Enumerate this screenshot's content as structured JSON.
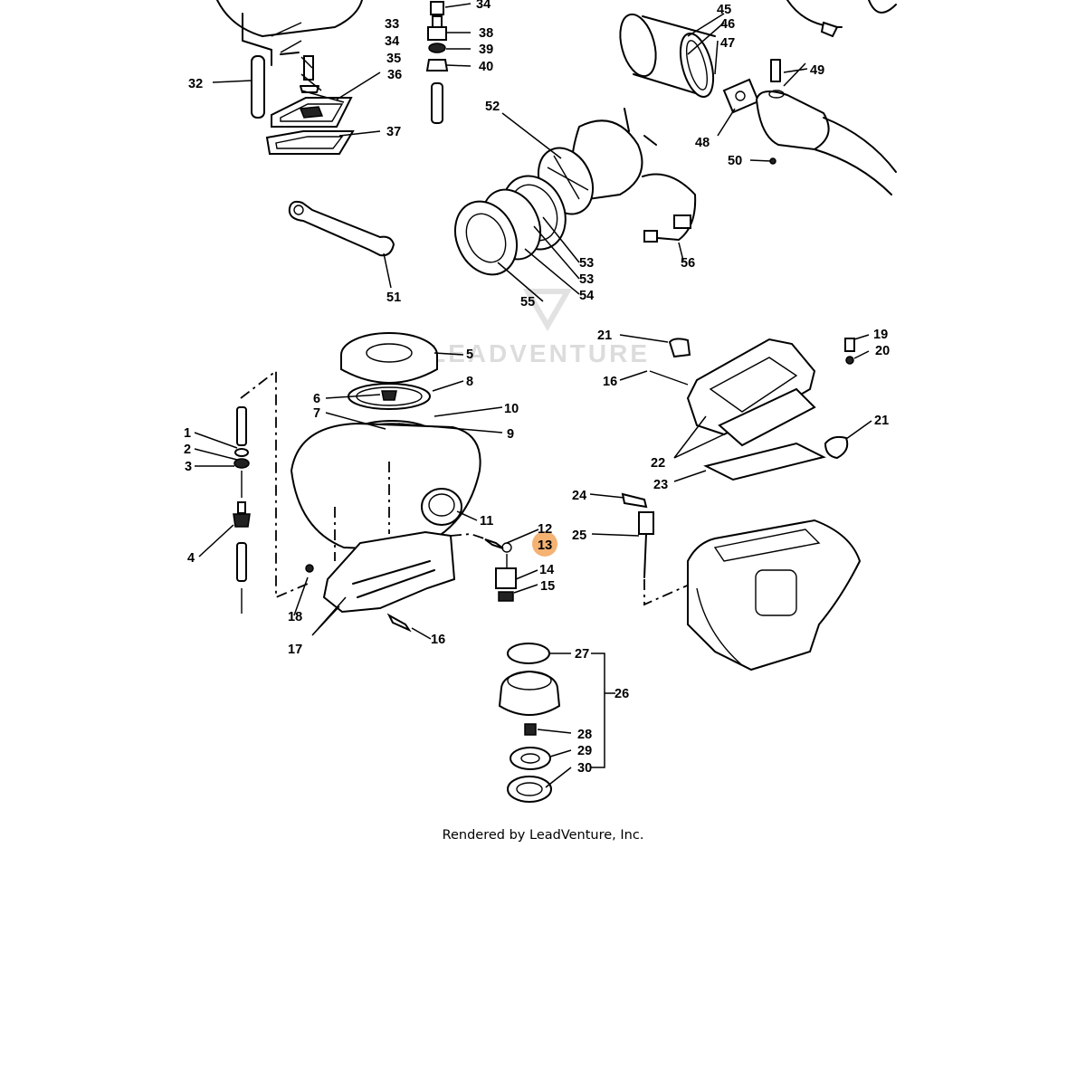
{
  "diagram": {
    "watermark": "LEADVENTURE",
    "highlight": {
      "label": "13",
      "color": "#f2a55a"
    },
    "parts": {
      "p1": "1",
      "p2": "2",
      "p3": "3",
      "p4": "4",
      "p5": "5",
      "p6": "6",
      "p7": "7",
      "p8": "8",
      "p9": "9",
      "p10": "10",
      "p11": "11",
      "p12": "12",
      "p13": "13",
      "p14": "14",
      "p15": "15",
      "p16a": "16",
      "p16b": "16",
      "p17": "17",
      "p18": "18",
      "p19": "19",
      "p20": "20",
      "p21a": "21",
      "p21b": "21",
      "p22": "22",
      "p23": "23",
      "p24": "24",
      "p25": "25",
      "p26": "26",
      "p27": "27",
      "p28": "28",
      "p29": "29",
      "p30": "30",
      "p32": "32",
      "p33": "33",
      "p34a": "34",
      "p34b": "34",
      "p35": "35",
      "p36": "36",
      "p37": "37",
      "p38": "38",
      "p39": "39",
      "p40": "40",
      "p45": "45",
      "p46": "46",
      "p47": "47",
      "p48": "48",
      "p49": "49",
      "p50": "50",
      "p51": "51",
      "p52": "52",
      "p53a": "53",
      "p53b": "53",
      "p54": "54",
      "p55": "55",
      "p56": "56"
    }
  },
  "footer": {
    "credit": "Rendered by LeadVenture, Inc."
  }
}
